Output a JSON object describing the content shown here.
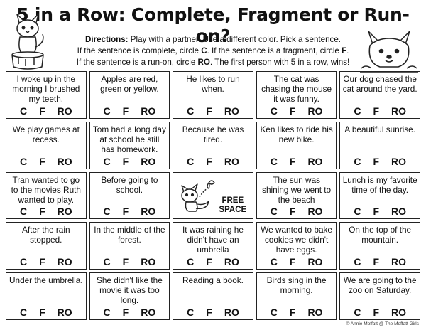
{
  "title": "5 in a Row: Complete, Fragment or Run-on?",
  "directions": {
    "label": "Directions:",
    "line1": " Play with a partner. Use a different color. Pick a sentence.",
    "line2a": "If the sentence is complete, circle ",
    "line2b": "C",
    "line2c": ". If the sentence is a fragment, circle ",
    "line2d": "F",
    "line2e": ".",
    "line3a": "If the sentence is a run-on, circle ",
    "line3b": "RO",
    "line3c": ". The first person with 5 in a row, wins!"
  },
  "options": {
    "c": "C",
    "f": "F",
    "ro": "RO"
  },
  "cells": [
    "I woke up in the morning I brushed my teeth.",
    "Apples are red, green or yellow.",
    "He likes to run when.",
    "The cat was chasing the mouse it was funny.",
    "Our dog chased the cat around the yard.",
    "We play games at recess.",
    "Tom had a long day at school he still has homework.",
    "Because he was tired.",
    "Ken likes to ride his new bike.",
    "A beautiful sunrise.",
    "Tran wanted to go to the movies Ruth wanted to play.",
    "Before going to school.",
    "FREE SPACE",
    "The sun was shining we went to the beach",
    "Lunch is my favorite time of the day.",
    "After the rain stopped.",
    "In the middle of the forest.",
    "It was raining he didn't have an umbrella",
    "We wanted to bake cookies we didn't have eggs.",
    "On the top of the mountain.",
    "Under the umbrella.",
    "She didn't like the movie it was too long.",
    "Reading a book.",
    "Birds sing in the morning.",
    "We are going to the zoo on Saturday."
  ],
  "free_space": {
    "line1": "FREE",
    "line2": "SPACE"
  },
  "credit": "© Annie Moffatt @ The Moffatt Girls",
  "icons": [
    "fox-on-stump-icon",
    "fox-face-icon",
    "fox-with-butterfly-icon"
  ]
}
